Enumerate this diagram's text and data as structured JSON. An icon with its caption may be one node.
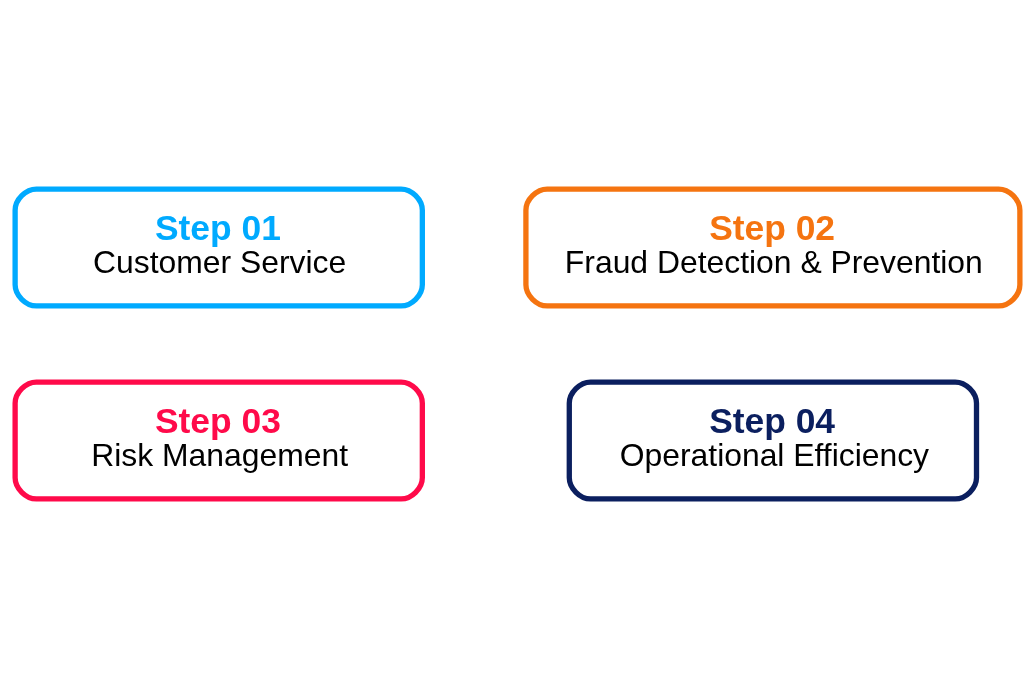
{
  "diagram": {
    "nodes": [
      {
        "text": [
          "Step 01",
          "Customer Service"
        ]
      },
      {
        "text": [
          "Step 02",
          "Fraud Detection & Prevention"
        ]
      },
      {
        "text": [
          "Step 03",
          "Risk Management"
        ]
      },
      {
        "text": [
          "Step 04",
          "Operational Efficiency"
        ]
      }
    ],
    "edges": []
  }
}
